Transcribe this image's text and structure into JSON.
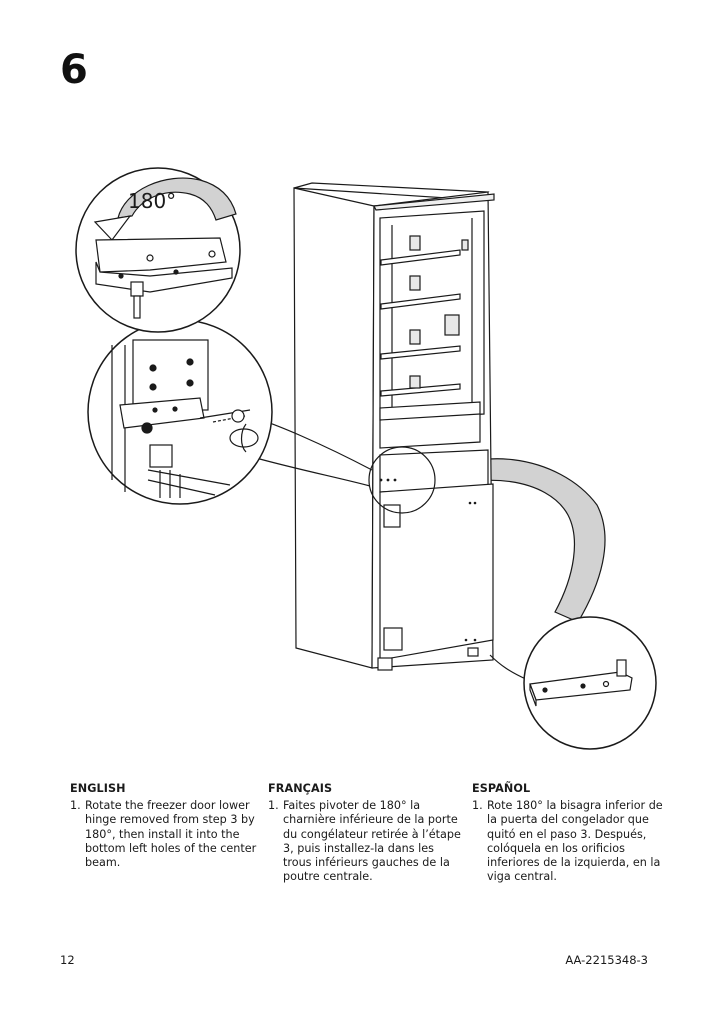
{
  "step": "6",
  "illustration": {
    "rotation_label": "180°"
  },
  "instructions": [
    {
      "language": "ENGLISH",
      "items": [
        {
          "number": "1.",
          "text": "Rotate the freezer door lower hinge removed from step 3 by 180°, then install it into the bottom left holes of the center beam."
        }
      ]
    },
    {
      "language": "FRANÇAIS",
      "items": [
        {
          "number": "1.",
          "text": "Faites pivoter de 180° la charnière inférieure de la porte du congélateur retirée à l’étape 3, puis installez-la dans les trous inférieurs gauches de la poutre centrale."
        }
      ]
    },
    {
      "language": "ESPAÑOL",
      "items": [
        {
          "number": "1.",
          "text": "Rote 180° la bisagra inferior de la puerta del congelador que quitó en el paso 3. Después, colóquela en los orificios inferiores de la izquierda, en la viga central."
        }
      ]
    }
  ],
  "footer": {
    "page_number": "12",
    "document_code": "AA-2215348-3"
  }
}
